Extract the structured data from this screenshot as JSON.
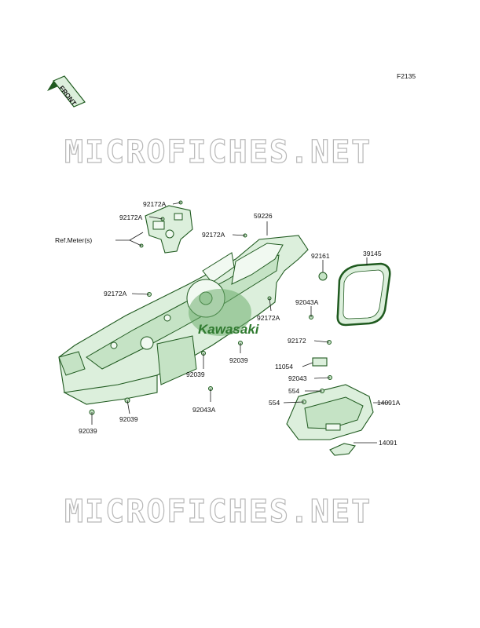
{
  "figure_code": "F2135",
  "front_badge": "FRONT",
  "watermark": "MICROFICHES.NET",
  "brand_logo_text": "Kawasaki",
  "colors": {
    "part_outline": "#1f5a1f",
    "part_fill": "#dcefdc",
    "label": "#111111",
    "watermark": "#b8b8b8"
  },
  "labels": {
    "l_92172A_top": "92172A",
    "l_92172A_2": "92172A",
    "l_ref_meter": "Ref.Meter(s)",
    "l_92172A_left": "92172A",
    "l_59226": "59226",
    "l_92172A_mid": "92172A",
    "l_92161": "92161",
    "l_39145": "39145",
    "l_92043A_r": "92043A",
    "l_92172A_r": "92172A",
    "l_92172": "92172",
    "l_92039_c": "92039",
    "l_11054": "11054",
    "l_92043": "92043",
    "l_92039_m": "92039",
    "l_554_a": "554",
    "l_554_b": "554",
    "l_14091A": "14091A",
    "l_92043A_b": "92043A",
    "l_14091": "14091",
    "l_92039_bl": "92039",
    "l_92039_bm": "92039"
  }
}
